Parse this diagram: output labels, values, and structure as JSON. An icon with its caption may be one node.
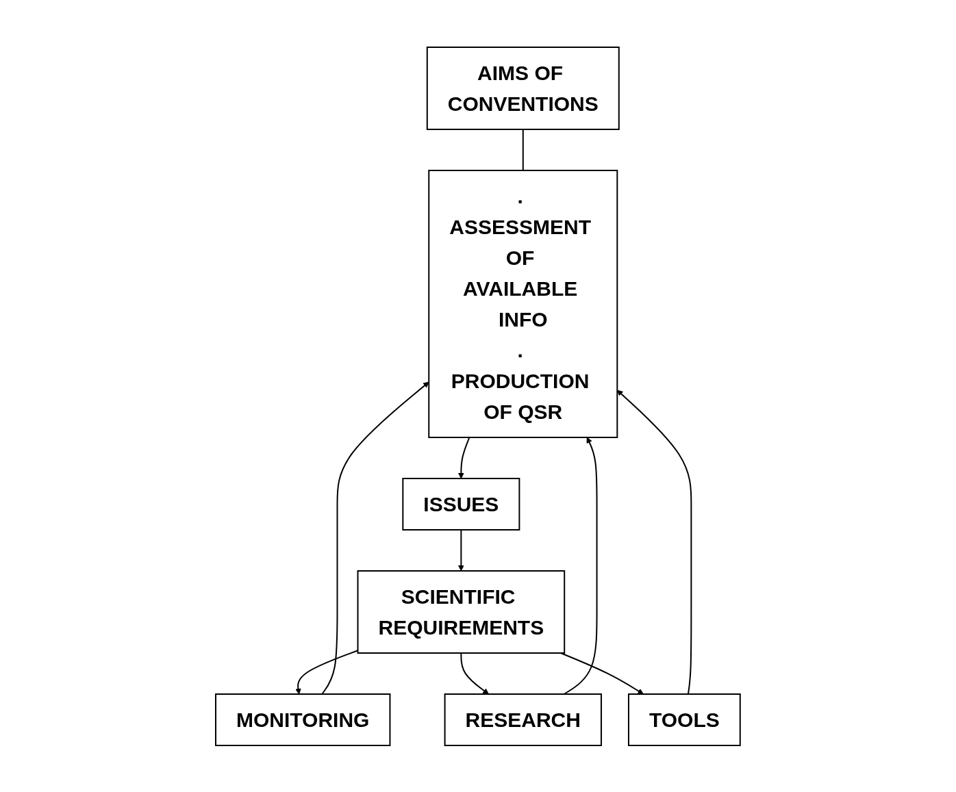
{
  "diagram": {
    "nodes": [
      {
        "text": [
          "AIMS OF CONVENTIONS"
        ]
      },
      {
        "text": [
          ". ASSESSMENT OF AVAILABLE INFO",
          ". PRODUCTION OF QSR"
        ]
      },
      {
        "text": [
          "ISSUES"
        ]
      },
      {
        "text": [
          "SCIENTIFIC REQUIREMENTS"
        ]
      },
      {
        "text": [
          "MONITORING"
        ]
      },
      {
        "text": [
          "RESEARCH"
        ]
      },
      {
        "text": [
          "TOOLS"
        ]
      }
    ],
    "edges": [
      {
        "from": 0,
        "to": 1,
        "arrow": "none"
      },
      {
        "from": 1,
        "to": 2,
        "arrow": "to"
      },
      {
        "from": 2,
        "to": 3,
        "arrow": "to"
      },
      {
        "from": 3,
        "to": 4,
        "arrow": "to"
      },
      {
        "from": 3,
        "to": 5,
        "arrow": "to"
      },
      {
        "from": 3,
        "to": 6,
        "arrow": "to"
      },
      {
        "from": 4,
        "to": 1,
        "arrow": "to"
      },
      {
        "from": 5,
        "to": 1,
        "arrow": "to"
      },
      {
        "from": 6,
        "to": 1,
        "arrow": "to"
      }
    ]
  }
}
